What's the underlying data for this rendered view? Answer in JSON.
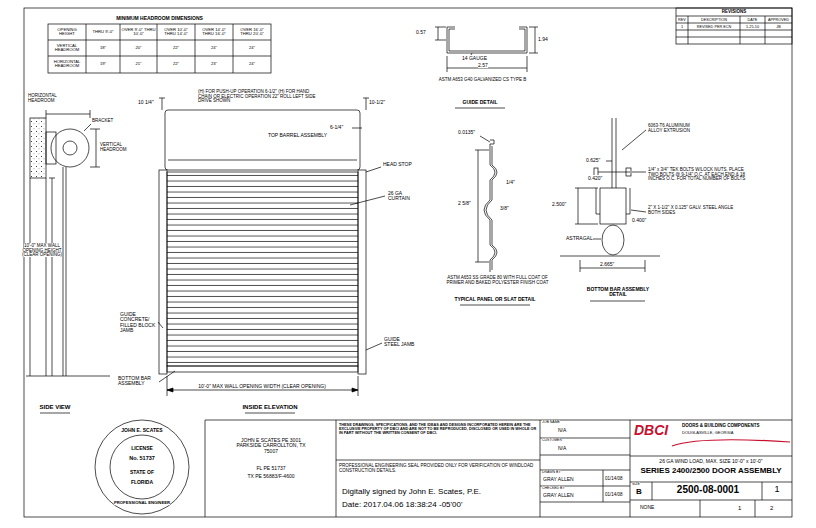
{
  "diagram": {
    "labels": [
      "MINIMUM HEADROOM DIMENSIONS",
      "OPENING HEIGHT",
      "THRU 9'-0\"",
      "OVER 9'-0\" THRU 10'-0\"",
      "OVER 10'-0\" THRU 14'-0\"",
      "OVER 14'-0\" THRU 16'-0\"",
      "OVER 16'-0\" THRU 20'-0\"",
      "VERTICAL HEADROOM",
      "18\"",
      "20\"",
      "22\"",
      "24\"",
      "24\"",
      "HORIZONTAL HEADROOM",
      "19\"",
      "21\"",
      "22\"",
      "23\"",
      "24\"",
      "REVISIONS",
      "REV",
      "DESCRIPTION",
      "DATE",
      "APPROVED",
      "1",
      "REVISED PER ECN",
      "1-25-10",
      "JB",
      "0.57",
      "1.94",
      "14 GAUGE",
      "2.57",
      "ASTM A653 G40 GALVANIZED CS TYPE B",
      "GUIDE DETAIL",
      "(H) FOR PUSH-UP OPERATION 6-1/2\" (H) FOR HAND CHAIN OR ELECTRIC OPERATION 22\" ROLL LEFT SIDE DRIVE SHOWN",
      "10 1/4\"",
      "10-1/2\"",
      "6-1/4\"",
      "TOP BARREL ASSEMBLY",
      "HEAD STOP",
      "26 GA CURTAIN",
      "GUIDE CONCRETE/ FILLED BLOCK JAMB",
      "GUIDE STEEL JAMB",
      "BOTTOM BAR ASSEMBLY",
      "10'-0\" MAX WALL OPENING WIDTH (CLEAR OPENING)",
      "INSIDE ELEVATION",
      "HORIZONTAL HEADROOM",
      "BRACKET",
      "VERTICAL HEADROOM",
      "10'-0\" MAX WALL OPENING HEIGHT (CLEAR OPENING)",
      "SIDE VIEW",
      "0.0135\"",
      "1/4\"",
      "2 5/8\"",
      "3/8\"",
      "ASTM A653 SS GRADE 80 WITH FULL COAT OF PRIMER AND BAKED POLYESTER FINISH COAT",
      "TYPICAL PANEL OR SLAT DETAIL",
      "6063-T6 ALUMINUM ALLOY EXTRUSION",
      "0.625\"",
      "1/4\" x 3/4\" TEK BOLTS W/LOCK NUTS. PLACE TWO BOLTS @ 9-1/4\" O.C. AT EACH END & 18 INCHES O.C. FOR TOTAL NUMBER OF BOLTS",
      "0.420\"",
      "2.500\"",
      "2\" X 1-1/2\" X 0.125\" GALV. STEEL ANGLE BOTH SIDES",
      "0.400\"",
      "ASTRAGAL",
      "2.665\"",
      "BOTTOM BAR ASSEMBLY DETAIL",
      "JOHN E. SCATES",
      "LICENSE",
      "No. 51737",
      "STATE OF",
      "FLORIDA",
      "PROFESSIONAL ENGINEER",
      "JOHN E SCATES PE 3001 PARKSIDE CARROLLTON, TX 75007",
      "FL PE 51737",
      "TX PE 56883/F-4600",
      "THESE DRAWINGS, SPECIFICATIONS, AND THE IDEAS AND DESIGNS INCORPORATED HEREIN ARE THE EXCLUSIVE PROPERTY OF DBCI AND ARE NOT TO BE REPRODUCED, DISCLOSED OR USED IN WHOLE OR IN PART WITHOUT THE WRITTEN CONSENT OF DBCI.",
      "PROFESSIONAL ENGINEERING SEAL PROVIDED ONLY FOR VERIFICATION OF WINDLOAD CONSTRUCTION DETAILS.",
      "Digitally signed by John E. Scates, P.E.",
      "Date: 2017.04.06 18:38:24 -05'00'",
      "JOB NAME",
      "N/A",
      "CUSTOMER",
      "N/A",
      "DRAWN BY",
      "GRAY ALLEN",
      "01/14/08",
      "CHECKED BY",
      "GRAY ALLEN",
      "01/14/08",
      "DBCI",
      "DOORS & BUILDING COMPONENTS",
      "DOUGLASVILLE, GEORGIA",
      "26 GA WIND LOAD, MAX. SIZE 10'-0\" x 10'-0\"",
      "SERIES 2400/2500 DOOR ASSEMBLY",
      "SIZE",
      "B",
      "2500-08-0001",
      "1",
      "NONE",
      "1",
      "2"
    ]
  }
}
